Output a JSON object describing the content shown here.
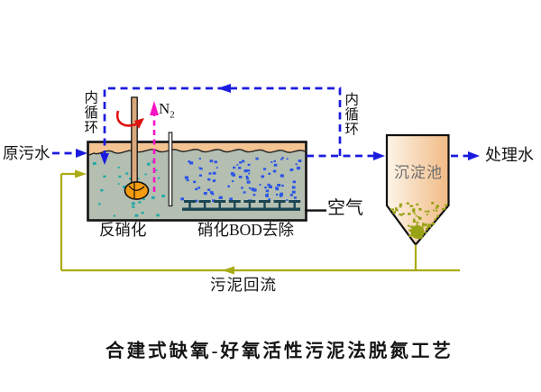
{
  "diagram": {
    "title": "合建式缺氧-好氧活性污泥法脱氮工艺",
    "labels": {
      "raw_water": "原污水",
      "internal_circulation_left": "内循环",
      "internal_circulation_right": "内循环",
      "n2_base": "N",
      "n2_sub": "2",
      "air": "空气",
      "denitrification": "反硝化",
      "nitrification_bod": "硝化BOD去除",
      "settling_tank": "沉淀池",
      "treated_water": "处理水",
      "sludge_return": "污泥回流"
    },
    "colors": {
      "flow_line": "#1b1bdf",
      "n2_line": "#f714c4",
      "rotation_arrow": "#e01111",
      "sludge_line": "#a9ab13",
      "tank_water": "#b4bfb1",
      "scum_band": "#f4c392",
      "scum_edge": "#222222",
      "shaft": "#d9a87d",
      "impeller": "#f59b0e",
      "diffuser": "#1a4553",
      "settling_fill_light": "#fdf5e9",
      "settling_fill_dark": "#f1ba84",
      "sludge_speckle": "#97a214",
      "sludge_blob": "#97a214",
      "anoxic_speckle": "#1fa9a6",
      "aerobic_speckle": "#2b55e8",
      "outline": "#111111",
      "baffle_fill": "#efefef"
    },
    "speckles": {
      "seed": 7,
      "anoxic_count": 30,
      "aerobic_count": 92,
      "settling_count": 72
    }
  }
}
